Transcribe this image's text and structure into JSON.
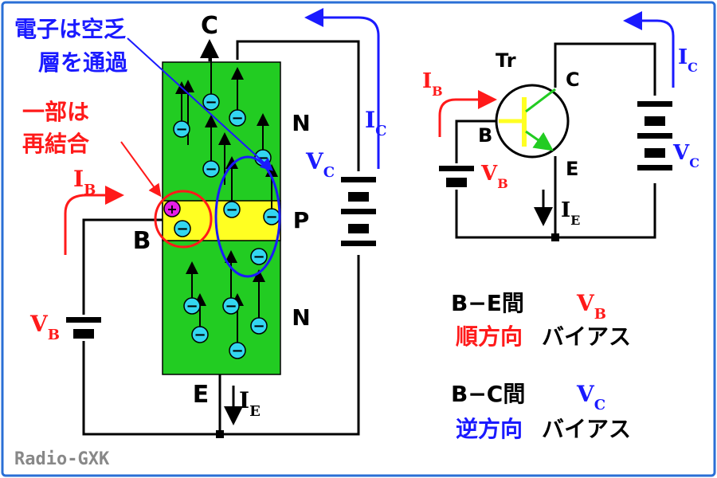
{
  "colors": {
    "n_region": "#22cc22",
    "p_region": "#ffff22",
    "electron": "#33d6f0",
    "hole": "#e61ee6",
    "red": "#ff1a1a",
    "blue": "#1a1aff",
    "frame": "#2a6fd6"
  },
  "left": {
    "collector": "C",
    "base": "B",
    "emitter": "E",
    "region_top": "N",
    "region_mid": "P",
    "region_bot": "N",
    "hole_sign": "+",
    "electron_sign": "−",
    "note_blue_line1": "電子は空乏",
    "note_blue_line2": "層を通過",
    "note_red_line1": "一部は",
    "note_red_line2": "再結合",
    "ib_main": "I",
    "ib_sub": "B",
    "ic_main": "I",
    "ic_sub": "C",
    "ie_main": "I",
    "ie_sub": "E",
    "vc_main": "V",
    "vc_sub": "C",
    "vb_main": "V",
    "vb_sub": "B"
  },
  "right": {
    "tr": "Tr",
    "collector": "C",
    "base": "B",
    "emitter": "E",
    "ib_main": "I",
    "ib_sub": "B",
    "ic_main": "I",
    "ic_sub": "C",
    "ie_main": "I",
    "ie_sub": "E",
    "vb_main": "V",
    "vb_sub": "B",
    "vc_main": "V",
    "vc_sub": "C"
  },
  "legend": {
    "be_label": "B−E間",
    "be_v_main": "V",
    "be_v_sub": "B",
    "be_kind": "順方向",
    "be_bias": "バイアス",
    "bc_label": "B−C間",
    "bc_v_main": "V",
    "bc_v_sub": "C",
    "bc_kind": "逆方向",
    "bc_bias": "バイアス"
  },
  "credit": "Radio-GXK"
}
